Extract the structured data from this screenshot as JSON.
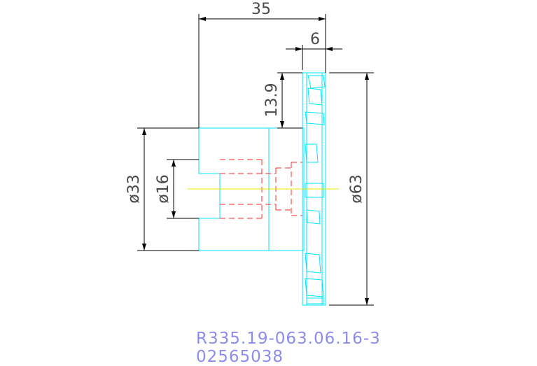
{
  "dimensions": {
    "overall_length": "35",
    "flange_thickness": "6",
    "tooth_depth": "13.9",
    "hub_diameter": "ø33",
    "bore_diameter": "ø16",
    "outer_diameter": "ø63"
  },
  "part_label": {
    "code": "R335.19-063.06.16-3",
    "number": "02565038"
  },
  "colors": {
    "outline": "#00e5ff",
    "hidden_lines": "#ff2a2a",
    "center_line": "#f2e600",
    "dimension_lines": "#000000",
    "part_text": "#8c8cf0"
  }
}
